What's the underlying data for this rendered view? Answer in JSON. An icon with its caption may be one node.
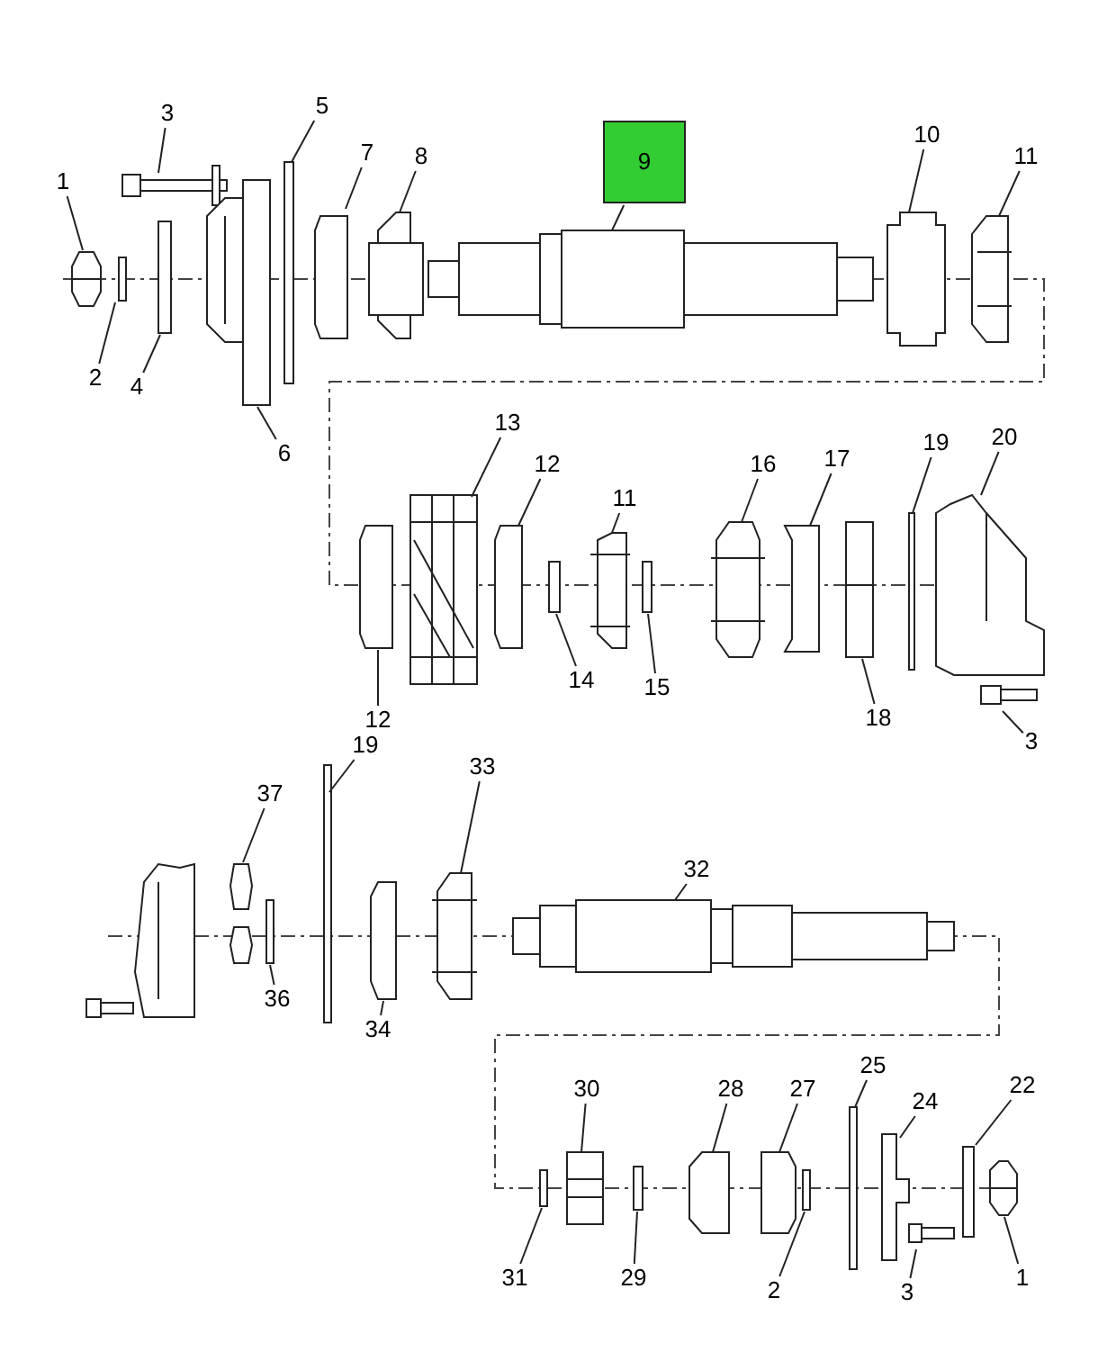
{
  "diagram": {
    "nodes": [
      {
        "text": [
          "3"
        ]
      },
      {
        "text": [
          "5"
        ]
      },
      {
        "text": [
          "1"
        ]
      },
      {
        "text": [
          "7"
        ]
      },
      {
        "text": [
          "8"
        ]
      },
      {
        "text": [
          "9"
        ]
      },
      {
        "text": [
          "10"
        ]
      },
      {
        "text": [
          "11"
        ]
      },
      {
        "text": [
          "2"
        ]
      },
      {
        "text": [
          "4"
        ]
      },
      {
        "text": [
          "6"
        ]
      },
      {
        "text": [
          "13"
        ]
      },
      {
        "text": [
          "12"
        ]
      },
      {
        "text": [
          "11"
        ]
      },
      {
        "text": [
          "16"
        ]
      },
      {
        "text": [
          "17"
        ]
      },
      {
        "text": [
          "19"
        ]
      },
      {
        "text": [
          "20"
        ]
      },
      {
        "text": [
          "12"
        ]
      },
      {
        "text": [
          "14"
        ]
      },
      {
        "text": [
          "15"
        ]
      },
      {
        "text": [
          "18"
        ]
      },
      {
        "text": [
          "3"
        ]
      },
      {
        "text": [
          "19"
        ]
      },
      {
        "text": [
          "37"
        ]
      },
      {
        "text": [
          "33"
        ]
      },
      {
        "text": [
          "32"
        ]
      },
      {
        "text": [
          "36"
        ]
      },
      {
        "text": [
          "34"
        ]
      },
      {
        "text": [
          "30"
        ]
      },
      {
        "text": [
          "28"
        ]
      },
      {
        "text": [
          "27"
        ]
      },
      {
        "text": [
          "25"
        ]
      },
      {
        "text": [
          "24"
        ]
      },
      {
        "text": [
          "22"
        ]
      },
      {
        "text": [
          "31"
        ]
      },
      {
        "text": [
          "29"
        ]
      },
      {
        "text": [
          "2"
        ]
      },
      {
        "text": [
          "3"
        ]
      },
      {
        "text": [
          "1"
        ]
      }
    ],
    "edges": [
      {
        "from": 0,
        "to": null,
        "arrow": "none"
      },
      {
        "from": 1,
        "to": null,
        "arrow": "none"
      },
      {
        "from": 2,
        "to": null,
        "arrow": "none"
      },
      {
        "from": 3,
        "to": null,
        "arrow": "none"
      },
      {
        "from": 4,
        "to": null,
        "arrow": "none"
      },
      {
        "from": 5,
        "to": null,
        "arrow": "none"
      },
      {
        "from": 6,
        "to": null,
        "arrow": "none"
      },
      {
        "from": 7,
        "to": null,
        "arrow": "none"
      },
      {
        "from": 8,
        "to": null,
        "arrow": "none"
      },
      {
        "from": 9,
        "to": null,
        "arrow": "none"
      },
      {
        "from": 10,
        "to": null,
        "arrow": "none"
      },
      {
        "from": 11,
        "to": null,
        "arrow": "none"
      },
      {
        "from": 12,
        "to": null,
        "arrow": "none"
      },
      {
        "from": 13,
        "to": null,
        "arrow": "none"
      },
      {
        "from": 14,
        "to": null,
        "arrow": "none"
      },
      {
        "from": 15,
        "to": null,
        "arrow": "none"
      },
      {
        "from": 16,
        "to": null,
        "arrow": "none"
      },
      {
        "from": 17,
        "to": null,
        "arrow": "none"
      },
      {
        "from": 18,
        "to": null,
        "arrow": "none"
      },
      {
        "from": 19,
        "to": null,
        "arrow": "none"
      },
      {
        "from": 20,
        "to": null,
        "arrow": "none"
      },
      {
        "from": 21,
        "to": null,
        "arrow": "none"
      },
      {
        "from": 22,
        "to": null,
        "arrow": "none"
      },
      {
        "from": 23,
        "to": null,
        "arrow": "none"
      },
      {
        "from": 24,
        "to": null,
        "arrow": "none"
      },
      {
        "from": 25,
        "to": null,
        "arrow": "none"
      },
      {
        "from": 26,
        "to": null,
        "arrow": "none"
      },
      {
        "from": 27,
        "to": null,
        "arrow": "none"
      },
      {
        "from": 28,
        "to": null,
        "arrow": "none"
      },
      {
        "from": 29,
        "to": null,
        "arrow": "none"
      },
      {
        "from": 30,
        "to": null,
        "arrow": "none"
      },
      {
        "from": 31,
        "to": null,
        "arrow": "none"
      },
      {
        "from": 32,
        "to": null,
        "arrow": "none"
      },
      {
        "from": 33,
        "to": null,
        "arrow": "none"
      },
      {
        "from": 34,
        "to": null,
        "arrow": "none"
      },
      {
        "from": 35,
        "to": null,
        "arrow": "none"
      },
      {
        "from": 36,
        "to": null,
        "arrow": "none"
      },
      {
        "from": 37,
        "to": null,
        "arrow": "none"
      },
      {
        "from": 38,
        "to": null,
        "arrow": "none"
      },
      {
        "from": 39,
        "to": null,
        "arrow": "none"
      }
    ]
  }
}
